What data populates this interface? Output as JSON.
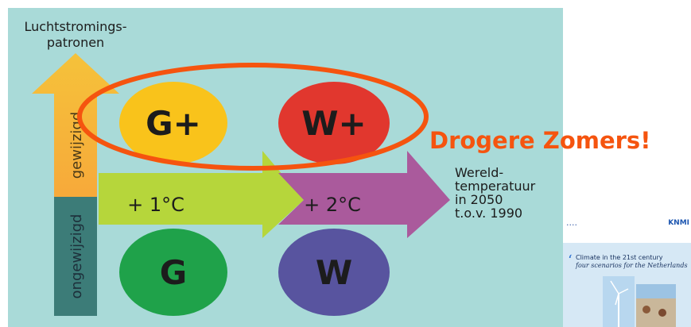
{
  "diagram": {
    "y_axis_title_line1": "Luchtstromings-",
    "y_axis_title_line2": "patronen",
    "y_upper_label": "gewijzigd",
    "y_lower_label": "ongewijzigd",
    "temp_label_1": "+ 1°C",
    "temp_label_2": "+ 2°C",
    "x_title_lines": [
      "Wereld-",
      "temperatuur",
      "in 2050",
      "t.o.v. 1990"
    ],
    "scenarios": [
      {
        "label": "G+",
        "color": "#f9c31b"
      },
      {
        "label": "W+",
        "color": "#e1372e"
      },
      {
        "label": "G",
        "color": "#1fa24a"
      },
      {
        "label": "W",
        "color": "#58549f"
      }
    ]
  },
  "callout": {
    "text": "Drogere Zomers!",
    "color": "#f5540f"
  },
  "thumbnail": {
    "dots": "....",
    "logo": "KNMI",
    "title": "Climate in the 21st century",
    "subtitle": "four scenarios for the Netherlands"
  },
  "colors": {
    "background": "#a9dad8",
    "highlight_ring": "#f5540f"
  }
}
